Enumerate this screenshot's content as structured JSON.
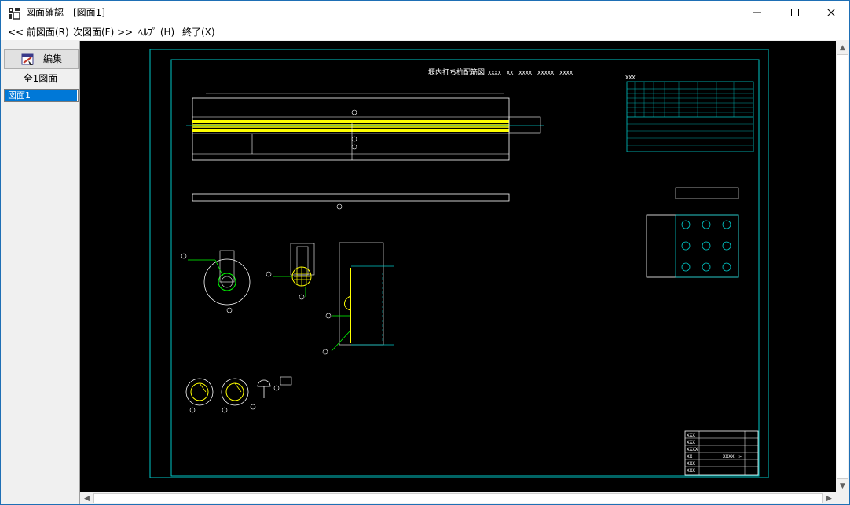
{
  "window": {
    "title": "図面確認 - [図面1]",
    "controls": {
      "minimize": "minimize-icon",
      "maximize": "maximize-icon",
      "close": "close-icon"
    }
  },
  "menu": {
    "items": [
      {
        "label": "<< 前図面(R)"
      },
      {
        "label": "次図面(F) >>"
      },
      {
        "label": "ﾍﾙﾌﾟ (H)"
      },
      {
        "label": "終了(X)"
      }
    ]
  },
  "sidebar": {
    "edit_button": "編集",
    "count_label": "全1図面",
    "drawings": [
      "図面1"
    ]
  },
  "drawing": {
    "title": "堰内打ち杭配筋図",
    "title_suffix": "XXXX　XX　XXXX　XXXXX　XXXX",
    "table_header": "XXX",
    "titleblock_rows": [
      "XXX",
      "XXX",
      "XXXX",
      "XX",
      "XXX",
      "XXX"
    ],
    "titleblock_value": "XXXX　>",
    "colors": {
      "frame": "#00c8c8",
      "line": "#ffffff",
      "rebar": "#ffff00",
      "leader": "#00ff00",
      "background": "#000000"
    }
  }
}
